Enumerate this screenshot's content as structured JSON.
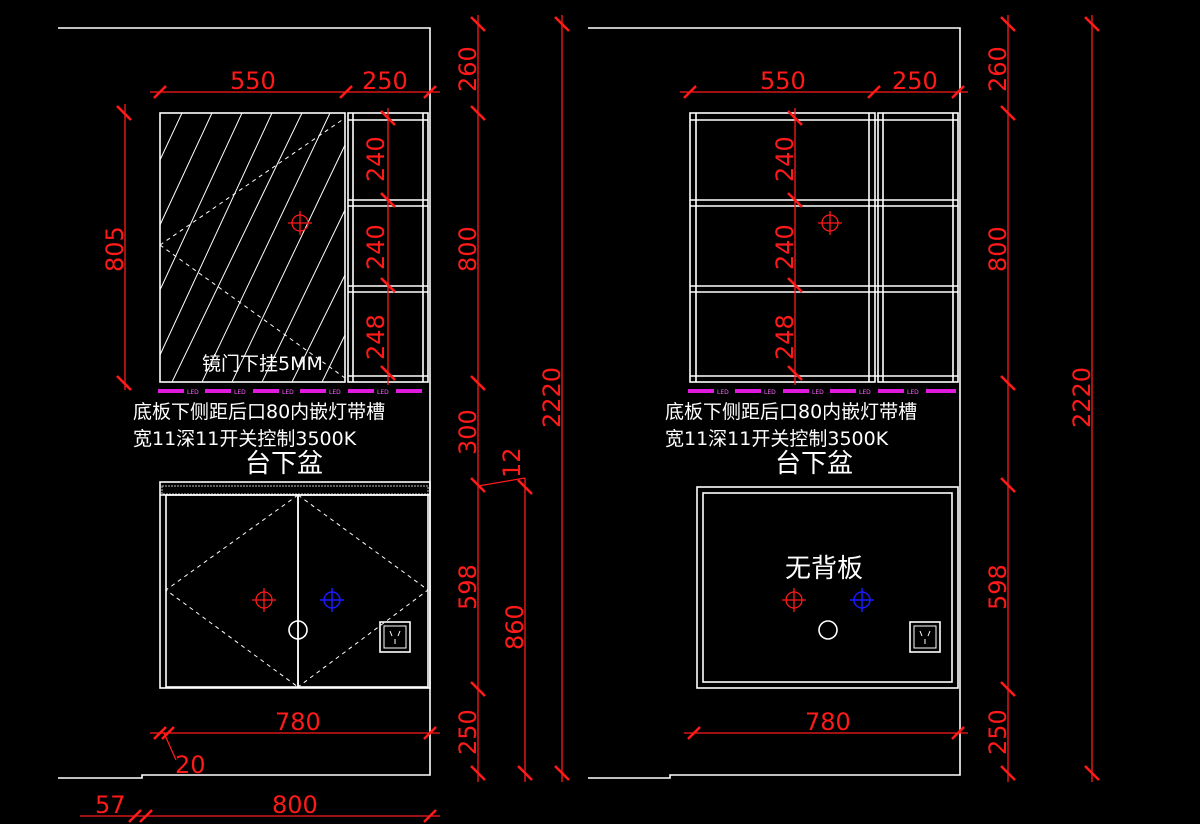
{
  "colors": {
    "background": "#000000",
    "outline": "#ffffff",
    "dimension": "#ff1a1a",
    "led": "#e01adf",
    "center_mark_red": "#ff1a1a",
    "center_mark_blue": "#1a1aff"
  },
  "left": {
    "dim_550": "550",
    "dim_250": "250",
    "dim_805": "805",
    "dim_240a": "240",
    "dim_240b": "240",
    "dim_248": "248",
    "mirror_note": "镜门下挂5MM",
    "note_line1": "底板下侧距后口80内嵌灯带槽",
    "note_line2": "宽11深11开关控制3500K",
    "basin_label": "台下盆",
    "dim_260": "260",
    "dim_800v": "800",
    "dim_300": "300",
    "dim_12": "12",
    "dim_598": "598",
    "dim_860": "860",
    "dim_250v": "250",
    "dim_2220": "2220",
    "dim_780": "780",
    "dim_20": "20",
    "dim_57": "57",
    "dim_800h": "800",
    "led_label": "LED"
  },
  "right": {
    "dim_550": "550",
    "dim_250": "250",
    "dim_240a": "240",
    "dim_240b": "240",
    "dim_248": "248",
    "note_line1": "底板下侧距后口80内嵌灯带槽",
    "note_line2": "宽11深11开关控制3500K",
    "basin_label": "台下盆",
    "no_back_panel": "无背板",
    "dim_260": "260",
    "dim_800v": "800",
    "dim_598": "598",
    "dim_250v": "250",
    "dim_2220": "2220",
    "dim_780": "780",
    "led_label": "LED"
  }
}
